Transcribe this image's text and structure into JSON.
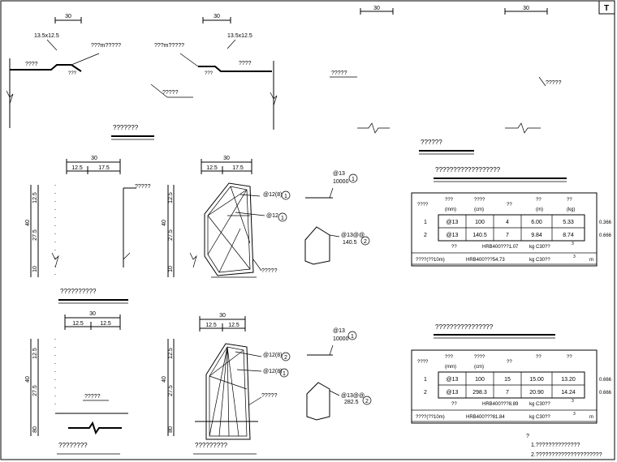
{
  "corner_mark": "T",
  "top_left": {
    "dim": "30",
    "bar_label_left": "13.5x12.5",
    "note_center": "???m?????",
    "note_left": "????",
    "note_right_small": "???",
    "caption": "???????"
  },
  "top_mid": {
    "dim": "30",
    "bar_label_right": "13.5x12.5",
    "note_center": "???m?????",
    "note_right": "????",
    "note_small": "???",
    "label_below": "?????"
  },
  "top_right": {
    "dim_a": "30",
    "dim_b": "30",
    "note_left": "?????",
    "note_right": "?????",
    "caption": "??????"
  },
  "section_a": {
    "dim_total": "30",
    "dim_a": "12.5",
    "dim_b": "17.5",
    "v_top": "12.5",
    "v_mid": "40",
    "v_mid2": "27.5",
    "v_bot": "10",
    "note": "?????",
    "caption": "??????????"
  },
  "section_b": {
    "dim_total": "30",
    "dim_a": "12.5",
    "dim_b": "17.5",
    "v_top": "12.5",
    "v_mid": "40",
    "v_mid2": "27.5",
    "v_bot": "10",
    "rebar1": "@12(8)",
    "rebar2": "@12",
    "note": "?????",
    "circle1": "1",
    "circle2": "1"
  },
  "bar_detail_1": {
    "top_label": "@13",
    "top_value": "10000",
    "circle1": "1",
    "bottom_label": "@13@@",
    "bottom_value": "140.5",
    "circle2": "2"
  },
  "table_1": {
    "title": "??????????????????",
    "headers": [
      "????",
      "???",
      "????",
      "??",
      "??",
      "??"
    ],
    "units": [
      "",
      "(mm)",
      "(cm)",
      "",
      "(m)",
      "(kg)"
    ],
    "rows": [
      [
        "1",
        "@13",
        "100",
        "4",
        "6.00",
        "5.33",
        "0.366"
      ],
      [
        "2",
        "@13",
        "140.5",
        "7",
        "9.84",
        "8.74",
        "0.666"
      ]
    ],
    "foot1_label": "??",
    "foot1_value": "HRB400???1.07",
    "foot1_unit": "kg C30??",
    "foot1_sup": "3",
    "foot2_label": "????(??10m)",
    "foot2_value": "HRB400???54.73",
    "foot2_unit": "kg C30??",
    "foot2_sup": "3",
    "foot2_end": "m"
  },
  "section_c": {
    "dim_total": "30",
    "dim_a": "12.5",
    "dim_b": "12.5",
    "v_top": "12.5",
    "v_mid": "40",
    "v_mid2": "27.5",
    "v_bot": "80",
    "note": "?????",
    "caption": "????????"
  },
  "section_d": {
    "dim_total": "30",
    "dim_a": "12.5",
    "dim_b": "12.5",
    "v_top": "12.5",
    "v_mid": "40",
    "v_mid2": "27.5",
    "v_bot": "80",
    "rebar1": "@12(8)",
    "rebar2": "@12(8)",
    "note": "?????",
    "circle1": "2",
    "circle2": "1",
    "caption": "?????????"
  },
  "bar_detail_2": {
    "top_label": "@13",
    "top_value": "10000",
    "circle1": "1",
    "bottom_label": "@13@@",
    "bottom_value": "282.5",
    "circle2": "2"
  },
  "table_2": {
    "title": "????????????????",
    "headers": [
      "????",
      "???",
      "????",
      "??",
      "??",
      "??"
    ],
    "units": [
      "",
      "(mm)",
      "(cm)",
      "",
      "",
      ""
    ],
    "rows": [
      [
        "1",
        "@13",
        "100",
        "15",
        "15.00",
        "13.20",
        "0.666"
      ],
      [
        "2",
        "@13",
        "298.3",
        "7",
        "20.90",
        "14.24",
        "0.666"
      ]
    ],
    "foot1_label": "??",
    "foot1_value": "HRB400???8.89",
    "foot1_unit": "kg C30??",
    "foot1_sup": "3",
    "foot2_label": "????(??10m)",
    "foot2_value": "HRB400???81.84",
    "foot2_unit": "kg C30??",
    "foot2_sup": "3",
    "foot2_end": "m"
  },
  "notes": {
    "heading": "?",
    "line1": "1.??????????????",
    "line2": "2.?????????????????????"
  }
}
